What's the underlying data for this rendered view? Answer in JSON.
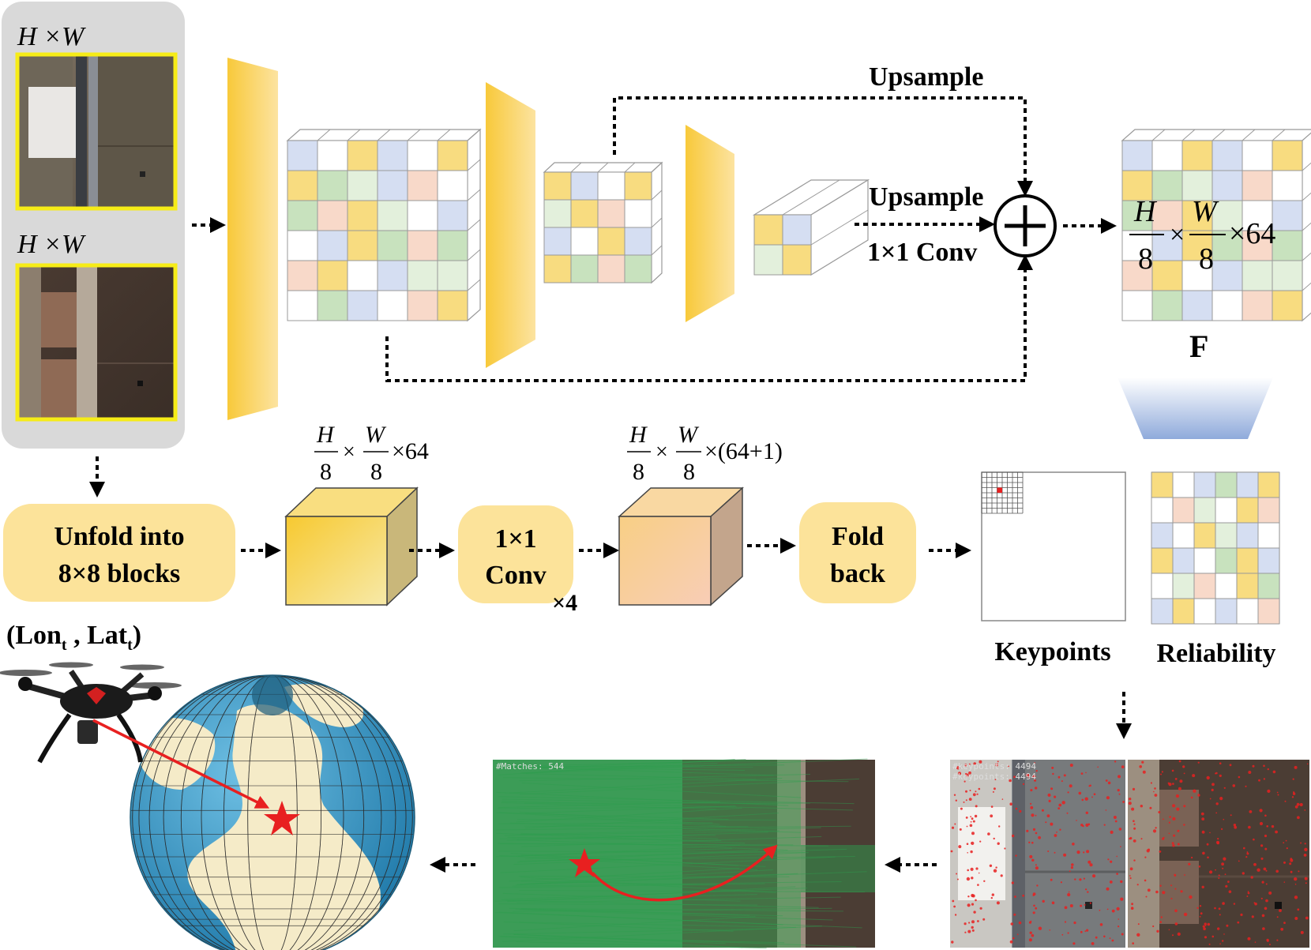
{
  "inputs": {
    "top_label": "H ×W",
    "bottom_label": "H ×W"
  },
  "arrows": {
    "upsample_top": "Upsample",
    "upsample_mid": "Upsample",
    "conv_mid": "1×1 Conv"
  },
  "feature": {
    "dim_h": "H",
    "dim_w": "W",
    "denom": "8",
    "tail": "×64",
    "name": "F"
  },
  "pipeline": {
    "unfold_line1": "Unfold into",
    "unfold_line2": "8×8 blocks",
    "conv_line1": "1×1",
    "conv_line2": "Conv",
    "conv_repeat": "×4",
    "fold_line1": "Fold",
    "fold_line2": "back",
    "dim1_tail": "×64",
    "dim2_tail": "×(64+1)"
  },
  "outputs": {
    "keypoints": "Keypoints",
    "reliability": "Reliability"
  },
  "geo": {
    "coord_open": "(Lon",
    "coord_sub1": "t",
    "coord_mid": " , Lat",
    "coord_sub2": "t",
    "coord_close": ")"
  },
  "overlays": {
    "matches_text": "#Matches: 544",
    "kp_line1": "#keypoints: 4494",
    "kp_line2": "#keypoints: 4494"
  },
  "colors": {
    "module_yellow": "#F9D56A",
    "cell_blue": "#D5DEF2",
    "cell_yellow": "#F8DC80",
    "cell_green": "#C8E2BE",
    "cell_peach": "#F8D9C9",
    "cell_lightgreen": "#E3F0DC",
    "cell_white": "#FFFFFF",
    "match_green": "#2E9E4E",
    "accent_red": "#E82020",
    "ocean_blue": "#3A9CC8",
    "land_cream": "#F5EBC8"
  }
}
